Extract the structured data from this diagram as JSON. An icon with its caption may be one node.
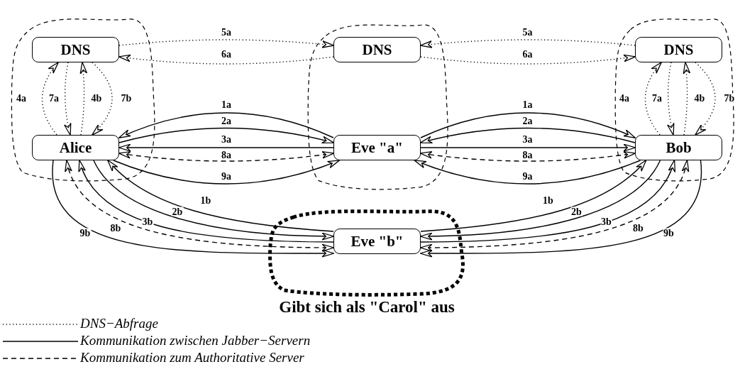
{
  "diagram": {
    "nodes": [
      {
        "text": [],
        "shape": "cloud"
      },
      {
        "text": [
          "DNS"
        ],
        "in": 0
      },
      {
        "text": [
          "Alice"
        ],
        "in": 0
      },
      {
        "text": [],
        "shape": "cloud"
      },
      {
        "text": [
          "DNS"
        ],
        "in": 3
      },
      {
        "text": [
          "Eve \"a\""
        ],
        "in": 3
      },
      {
        "text": [],
        "shape": "cloud"
      },
      {
        "text": [
          "DNS"
        ],
        "in": 6
      },
      {
        "text": [
          "Bob"
        ],
        "in": 6
      },
      {
        "text": [
          "Gibt sich als \"Carol\" aus"
        ]
      },
      {
        "text": [
          "Eve \"b\""
        ],
        "in": 9
      }
    ],
    "edges": [
      {
        "from": 1,
        "to": 4,
        "arrow": "to",
        "label": "5a",
        "style": "dashed"
      },
      {
        "from": 4,
        "to": 1,
        "arrow": "to",
        "label": "6a",
        "style": "dashed"
      },
      {
        "from": 7,
        "to": 4,
        "arrow": "to",
        "label": "5a",
        "style": "dashed"
      },
      {
        "from": 4,
        "to": 7,
        "arrow": "to",
        "label": "6a",
        "style": "dashed"
      },
      {
        "from": 2,
        "to": 1,
        "arrow": "to",
        "label": "4a",
        "style": "dashed"
      },
      {
        "from": 1,
        "to": 2,
        "arrow": "to",
        "label": "7a",
        "style": "dashed"
      },
      {
        "from": 2,
        "to": 1,
        "arrow": "to",
        "label": "4b",
        "style": "dashed"
      },
      {
        "from": 1,
        "to": 2,
        "arrow": "to",
        "label": "7b",
        "style": "dashed"
      },
      {
        "from": 8,
        "to": 7,
        "arrow": "to",
        "label": "4a",
        "style": "dashed"
      },
      {
        "from": 7,
        "to": 8,
        "arrow": "to",
        "label": "7a",
        "style": "dashed"
      },
      {
        "from": 8,
        "to": 7,
        "arrow": "to",
        "label": "4b",
        "style": "dashed"
      },
      {
        "from": 7,
        "to": 8,
        "arrow": "to",
        "label": "7b",
        "style": "dashed"
      },
      {
        "from": 5,
        "to": 2,
        "arrow": "to",
        "label": "1a"
      },
      {
        "from": 2,
        "to": 5,
        "arrow": "to",
        "label": "2a"
      },
      {
        "from": 5,
        "to": 2,
        "arrow": "to",
        "label": "3a"
      },
      {
        "from": 2,
        "to": 5,
        "arrow": "both",
        "label": "8a",
        "style": "dashed"
      },
      {
        "from": 2,
        "to": 5,
        "arrow": "to",
        "label": "9a"
      },
      {
        "from": 5,
        "to": 8,
        "arrow": "to",
        "label": "1a"
      },
      {
        "from": 8,
        "to": 5,
        "arrow": "to",
        "label": "2a"
      },
      {
        "from": 5,
        "to": 8,
        "arrow": "to",
        "label": "3a"
      },
      {
        "from": 5,
        "to": 8,
        "arrow": "both",
        "label": "8a",
        "style": "dashed"
      },
      {
        "from": 8,
        "to": 5,
        "arrow": "to",
        "label": "9a"
      },
      {
        "from": 10,
        "to": 2,
        "arrow": "to",
        "label": "1b"
      },
      {
        "from": 2,
        "to": 10,
        "arrow": "to",
        "label": "2b"
      },
      {
        "from": 10,
        "to": 2,
        "arrow": "to",
        "label": "3b"
      },
      {
        "from": 2,
        "to": 10,
        "arrow": "both",
        "label": "8b",
        "style": "dashed"
      },
      {
        "from": 2,
        "to": 10,
        "arrow": "to",
        "label": "9b"
      },
      {
        "from": 10,
        "to": 8,
        "arrow": "to",
        "label": "1b"
      },
      {
        "from": 8,
        "to": 10,
        "arrow": "to",
        "label": "2b"
      },
      {
        "from": 10,
        "to": 8,
        "arrow": "to",
        "label": "3b"
      },
      {
        "from": 8,
        "to": 10,
        "arrow": "both",
        "label": "8b",
        "style": "dashed"
      },
      {
        "from": 8,
        "to": 10,
        "arrow": "to",
        "label": "9b"
      }
    ],
    "legend": [
      {
        "text": "DNS−Abfrage"
      },
      {
        "text": "Kommunikation zwischen Jabber−Servern"
      },
      {
        "text": "Kommunikation zum Authoritative Server"
      }
    ]
  }
}
